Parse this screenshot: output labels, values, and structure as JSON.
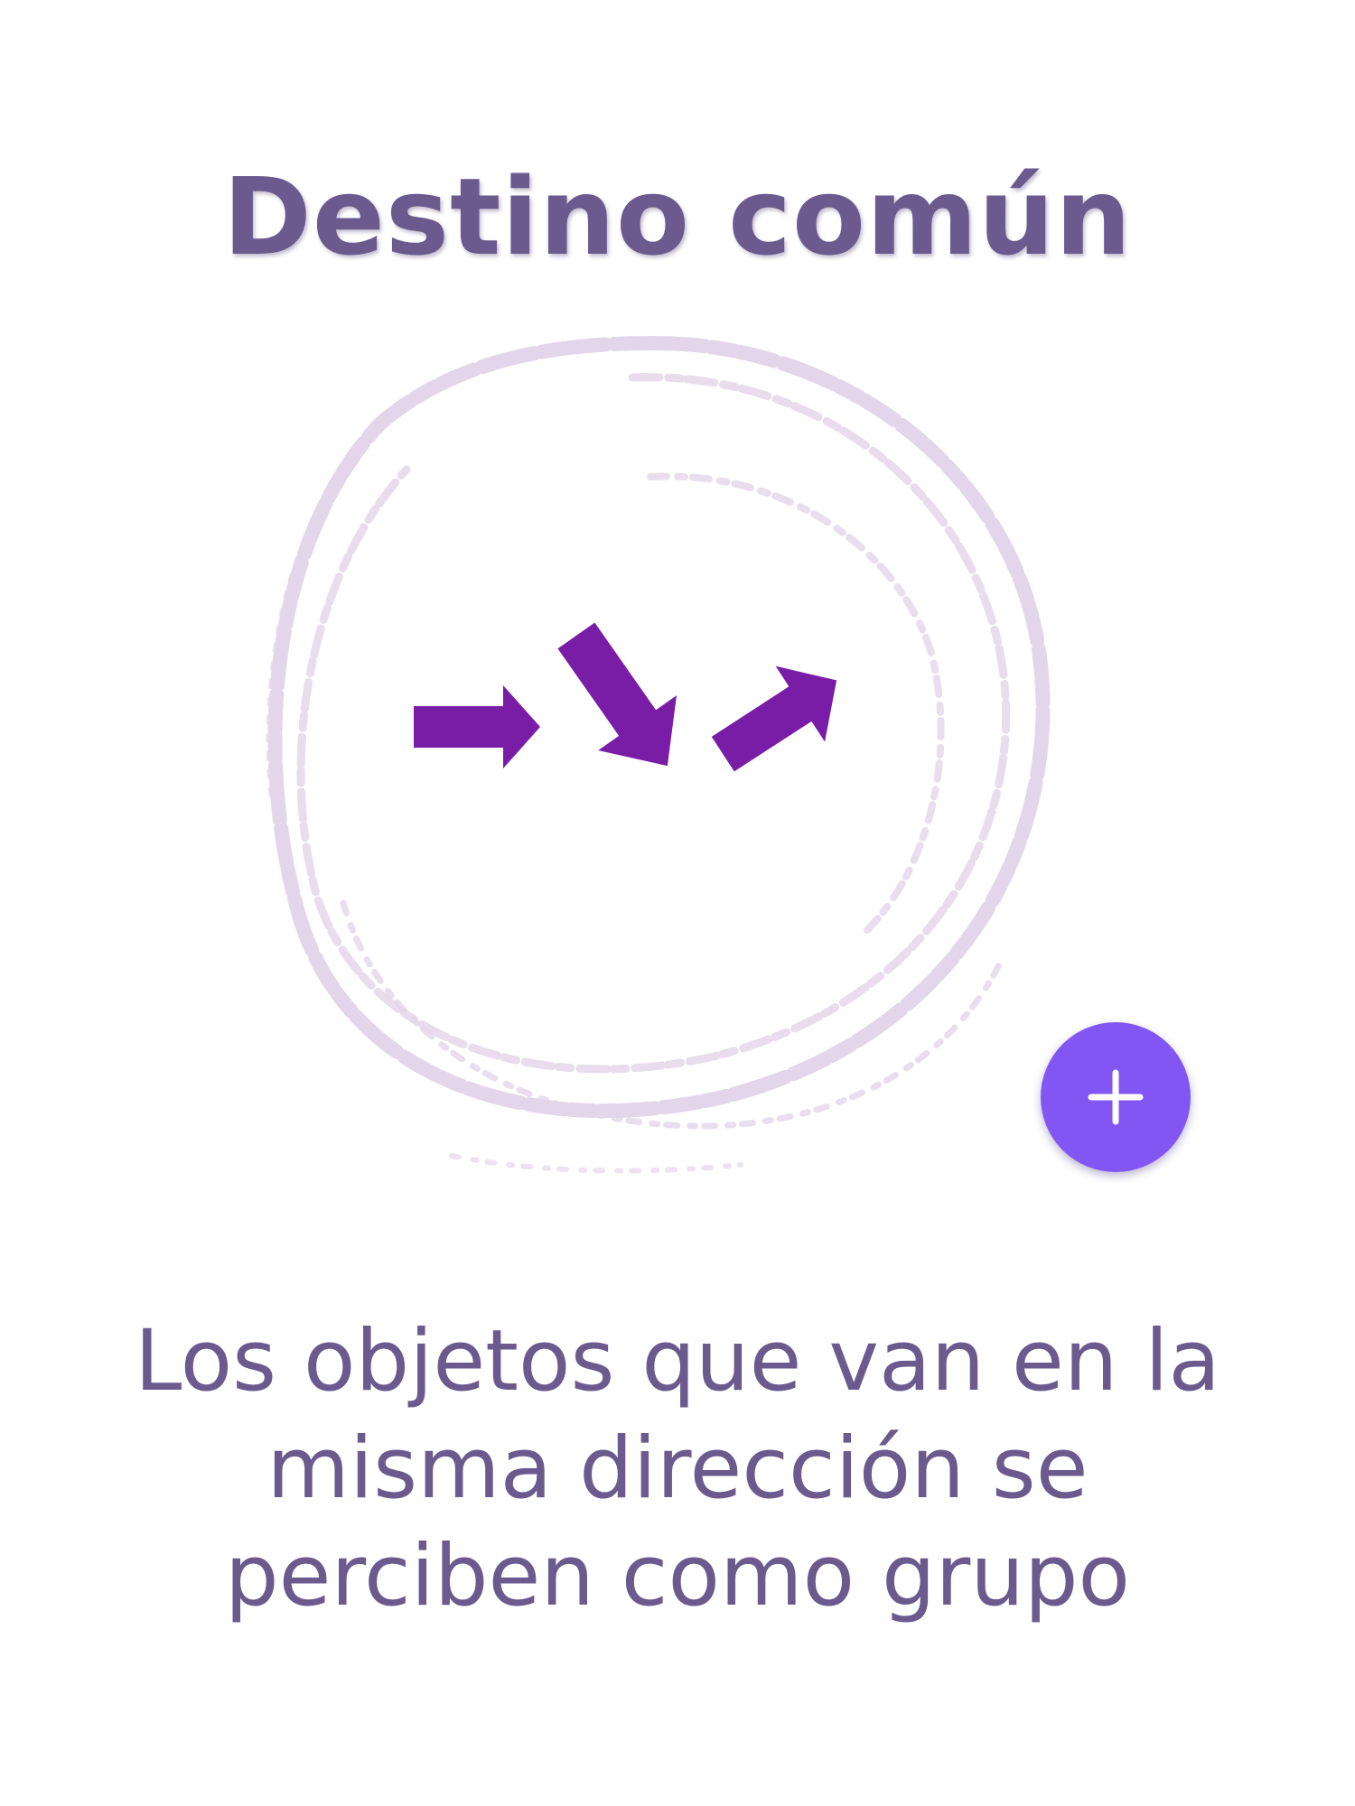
{
  "title": "Destino común",
  "description_lines": [
    "Los objetos que van en la",
    "misma dirección se",
    "perciben como grupo"
  ],
  "colors": {
    "title_text": "#6a5a8e",
    "body_text": "#6a5a8e",
    "arrows": "#7a1da6",
    "circle_stroke": "#e4d6ea",
    "add_button": "#8256f2",
    "add_button_icon": "#ffffff"
  },
  "icons": {
    "arrows": [
      "arrow-right-icon",
      "arrow-down-right-icon",
      "arrow-up-right-icon"
    ],
    "button": "plus-icon"
  }
}
